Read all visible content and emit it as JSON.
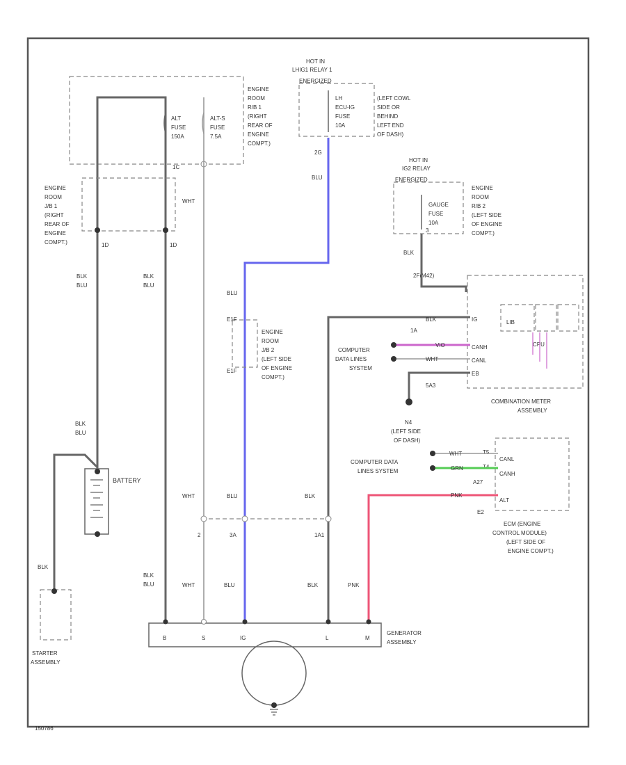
{
  "diagram_id": "150786",
  "relays": {
    "ig1": [
      "HOT IN",
      "LHIG1 RELAY 1",
      "ENERGIZED"
    ],
    "ig2": [
      "HOT IN",
      "IG2 RELAY",
      "ENERGIZED"
    ]
  },
  "fuses": {
    "alt": [
      "ALT",
      "FUSE",
      "150A"
    ],
    "alts": [
      "ALT-S",
      "FUSE",
      "7.5A"
    ],
    "lhecuig": [
      "LH",
      "ECU-IG",
      "FUSE",
      "10A"
    ],
    "gauge": [
      "GAUGE",
      "FUSE",
      "10A"
    ]
  },
  "locations": {
    "engine_room_rb1": [
      "ENGINE",
      "ROOM",
      "R/B 1",
      "(RIGHT",
      "REAR OF",
      "ENGINE",
      "COMPT.)"
    ],
    "lhecu_location": [
      "(LEFT COWL",
      "SIDE OR",
      "BEHIND",
      "LEFT END",
      "OF DASH)"
    ],
    "engine_room_jb1": [
      "ENGINE",
      "ROOM",
      "J/B 1",
      "(RIGHT",
      "REAR OF",
      "ENGINE",
      "COMPT.)"
    ],
    "engine_room_rb2": [
      "ENGINE",
      "ROOM",
      "R/B 2",
      "(LEFT SIDE",
      "OF ENGINE",
      "COMPT.)"
    ],
    "engine_room_jb2": [
      "ENGINE",
      "ROOM",
      "J/B 2",
      "(LEFT SIDE",
      "OF ENGINE",
      "COMPT.)"
    ],
    "ground": [
      "N4",
      "(LEFT SIDE",
      "OF DASH)"
    ],
    "ecm_location": [
      "ECM (ENGINE",
      "CONTROL MODULE)",
      "(LEFT SIDE OF",
      "ENGINE COMPT.)"
    ]
  },
  "components": {
    "battery": "BATTERY",
    "starter": [
      "STARTER",
      "ASSEMBLY"
    ],
    "generator": [
      "GENERATOR",
      "ASSEMBLY"
    ],
    "combination_meter": [
      "COMBINATION METER",
      "ASSEMBLY"
    ],
    "ecm_pins": [
      "CANL",
      "CANH",
      "ALT"
    ],
    "generator_pins": [
      "B",
      "S",
      "IG",
      "L",
      "M"
    ],
    "meter_pins": [
      "CANH",
      "CANL",
      "IG",
      "EB"
    ],
    "meter_inner": [
      "LIB",
      "CPU"
    ]
  },
  "systems": {
    "meter_can": [
      "COMPUTER",
      "DATA LINES",
      "SYSTEM"
    ],
    "ecm_can": [
      "COMPUTER DATA",
      "LINES SYSTEM"
    ]
  },
  "wire_colors": {
    "blk_blu": [
      "BLK",
      "BLU"
    ],
    "wht": "WHT",
    "blu": "BLU",
    "blk": "BLK",
    "pnk": "PNK",
    "vio": "VIO",
    "grn": "GRN"
  },
  "connectors": {
    "rb1_b": "1C",
    "jb1_out": "1D",
    "lhecu_out": "2G",
    "gauge_top": "3",
    "meter_in": "2F(M42)",
    "meter_ig": "1A",
    "meter_eb": "5A3",
    "jb2_in": "E1F",
    "jb2_out": "E1F",
    "gen_l": "1A1",
    "gen_ig": "3A",
    "gen_s": "2",
    "ecm_canl": "T5",
    "ecm_canh": "T4",
    "ecm_alt": "A27",
    "ecm_e2": "E2"
  },
  "colors": {
    "wire": "#666666",
    "blue_wire": "#6666ee",
    "pink_wire": "#ee5577",
    "violet_wire": "#cc66cc",
    "green_wire": "#55cc55"
  }
}
